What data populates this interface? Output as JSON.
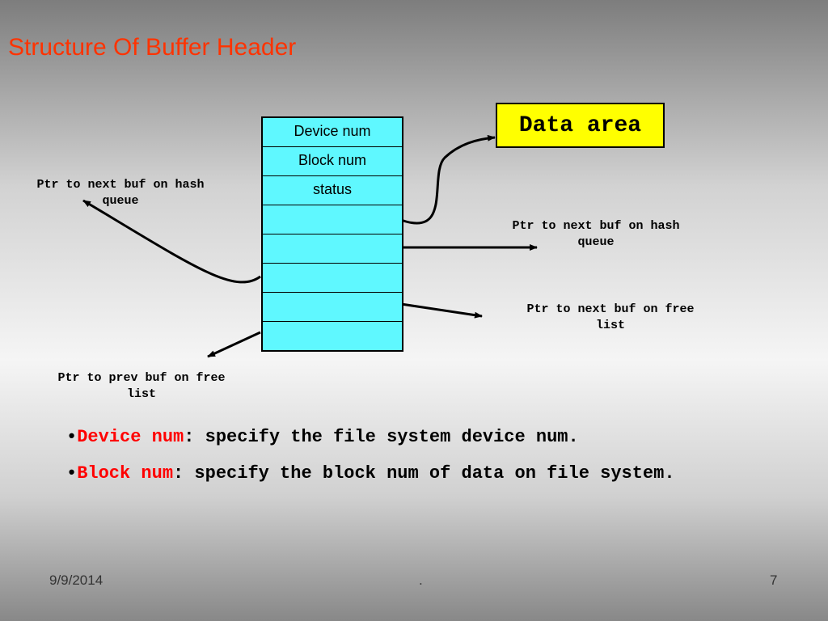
{
  "slide": {
    "title": "Structure Of Buffer Header",
    "date": "9/9/2014",
    "center": ".",
    "page": "7"
  },
  "structure": {
    "fields": [
      "Device num",
      "Block num",
      "status",
      "",
      "",
      "",
      "",
      ""
    ]
  },
  "data_area": {
    "label": "Data area"
  },
  "pointer_labels": {
    "hash_next_left": [
      "Ptr to next buf on hash",
      "queue"
    ],
    "hash_next_right": [
      "Ptr to next buf on hash",
      "queue"
    ],
    "free_next": [
      "Ptr to next buf on free",
      "list"
    ],
    "free_prev": [
      "Ptr to prev buf on free",
      "list"
    ]
  },
  "bullets": [
    {
      "marker": "•",
      "term": "Device num",
      "text": ": specify the file system device num."
    },
    {
      "marker": "•",
      "term": "Block num",
      "text": ": specify the block num of data on file system."
    }
  ],
  "colors": {
    "title": "#ff3300",
    "structure_fill": "#5ff8ff",
    "data_area_fill": "#ffff00",
    "term": "#ff0000"
  }
}
